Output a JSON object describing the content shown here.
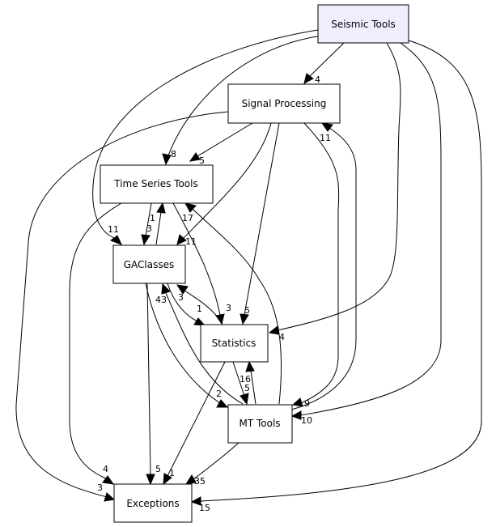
{
  "nodes": {
    "seismic_tools": {
      "label": "Seismic Tools",
      "fill": "#eeeeff",
      "stroke": "#000000"
    },
    "signal_processing": {
      "label": "Signal Processing",
      "fill": "#ffffff",
      "stroke": "#000000"
    },
    "time_series_tools": {
      "label": "Time Series Tools",
      "fill": "#ffffff",
      "stroke": "#000000"
    },
    "gaclasses": {
      "label": "GAClasses",
      "fill": "#ffffff",
      "stroke": "#000000"
    },
    "statistics": {
      "label": "Statistics",
      "fill": "#ffffff",
      "stroke": "#000000"
    },
    "mt_tools": {
      "label": "MT Tools",
      "fill": "#ffffff",
      "stroke": "#cc2222"
    },
    "exceptions": {
      "label": "Exceptions",
      "fill": "#ffffff",
      "stroke": "#000000"
    }
  },
  "edges": {
    "seismic_signal": {
      "label": "4"
    },
    "seismic_timeseries": {
      "label": "8"
    },
    "seismic_gaclasses": {
      "label": "11"
    },
    "seismic_statistics": {
      "label": "4"
    },
    "seismic_mt": {
      "label": "10"
    },
    "seismic_exceptions": {
      "label": "15"
    },
    "signal_timeseries": {
      "label": "5"
    },
    "signal_gaclasses": {
      "label": "11"
    },
    "signal_statistics": {
      "label": "5"
    },
    "signal_mt": {
      "label": "9"
    },
    "signal_exceptions": {
      "label": "3"
    },
    "timeseries_gaclasses": {
      "label": "3"
    },
    "timeseries_statistics": {
      "label": "3"
    },
    "timeseries_exceptions": {
      "label": "4"
    },
    "gaclasses_timeseries": {
      "label": "1"
    },
    "gaclasses_statistics": {
      "label": "1"
    },
    "gaclasses_mt": {
      "label": "2"
    },
    "gaclasses_exceptions": {
      "label": "5"
    },
    "statistics_gaclasses": {
      "label": "3"
    },
    "statistics_mt": {
      "label": "16"
    },
    "statistics_exceptions": {
      "label": "1"
    },
    "mt_signal": {
      "label": "11"
    },
    "mt_timeseries": {
      "label": "17"
    },
    "mt_gaclasses": {
      "label": "43"
    },
    "mt_statistics": {
      "label": "5"
    },
    "mt_exceptions": {
      "label": "35"
    }
  }
}
